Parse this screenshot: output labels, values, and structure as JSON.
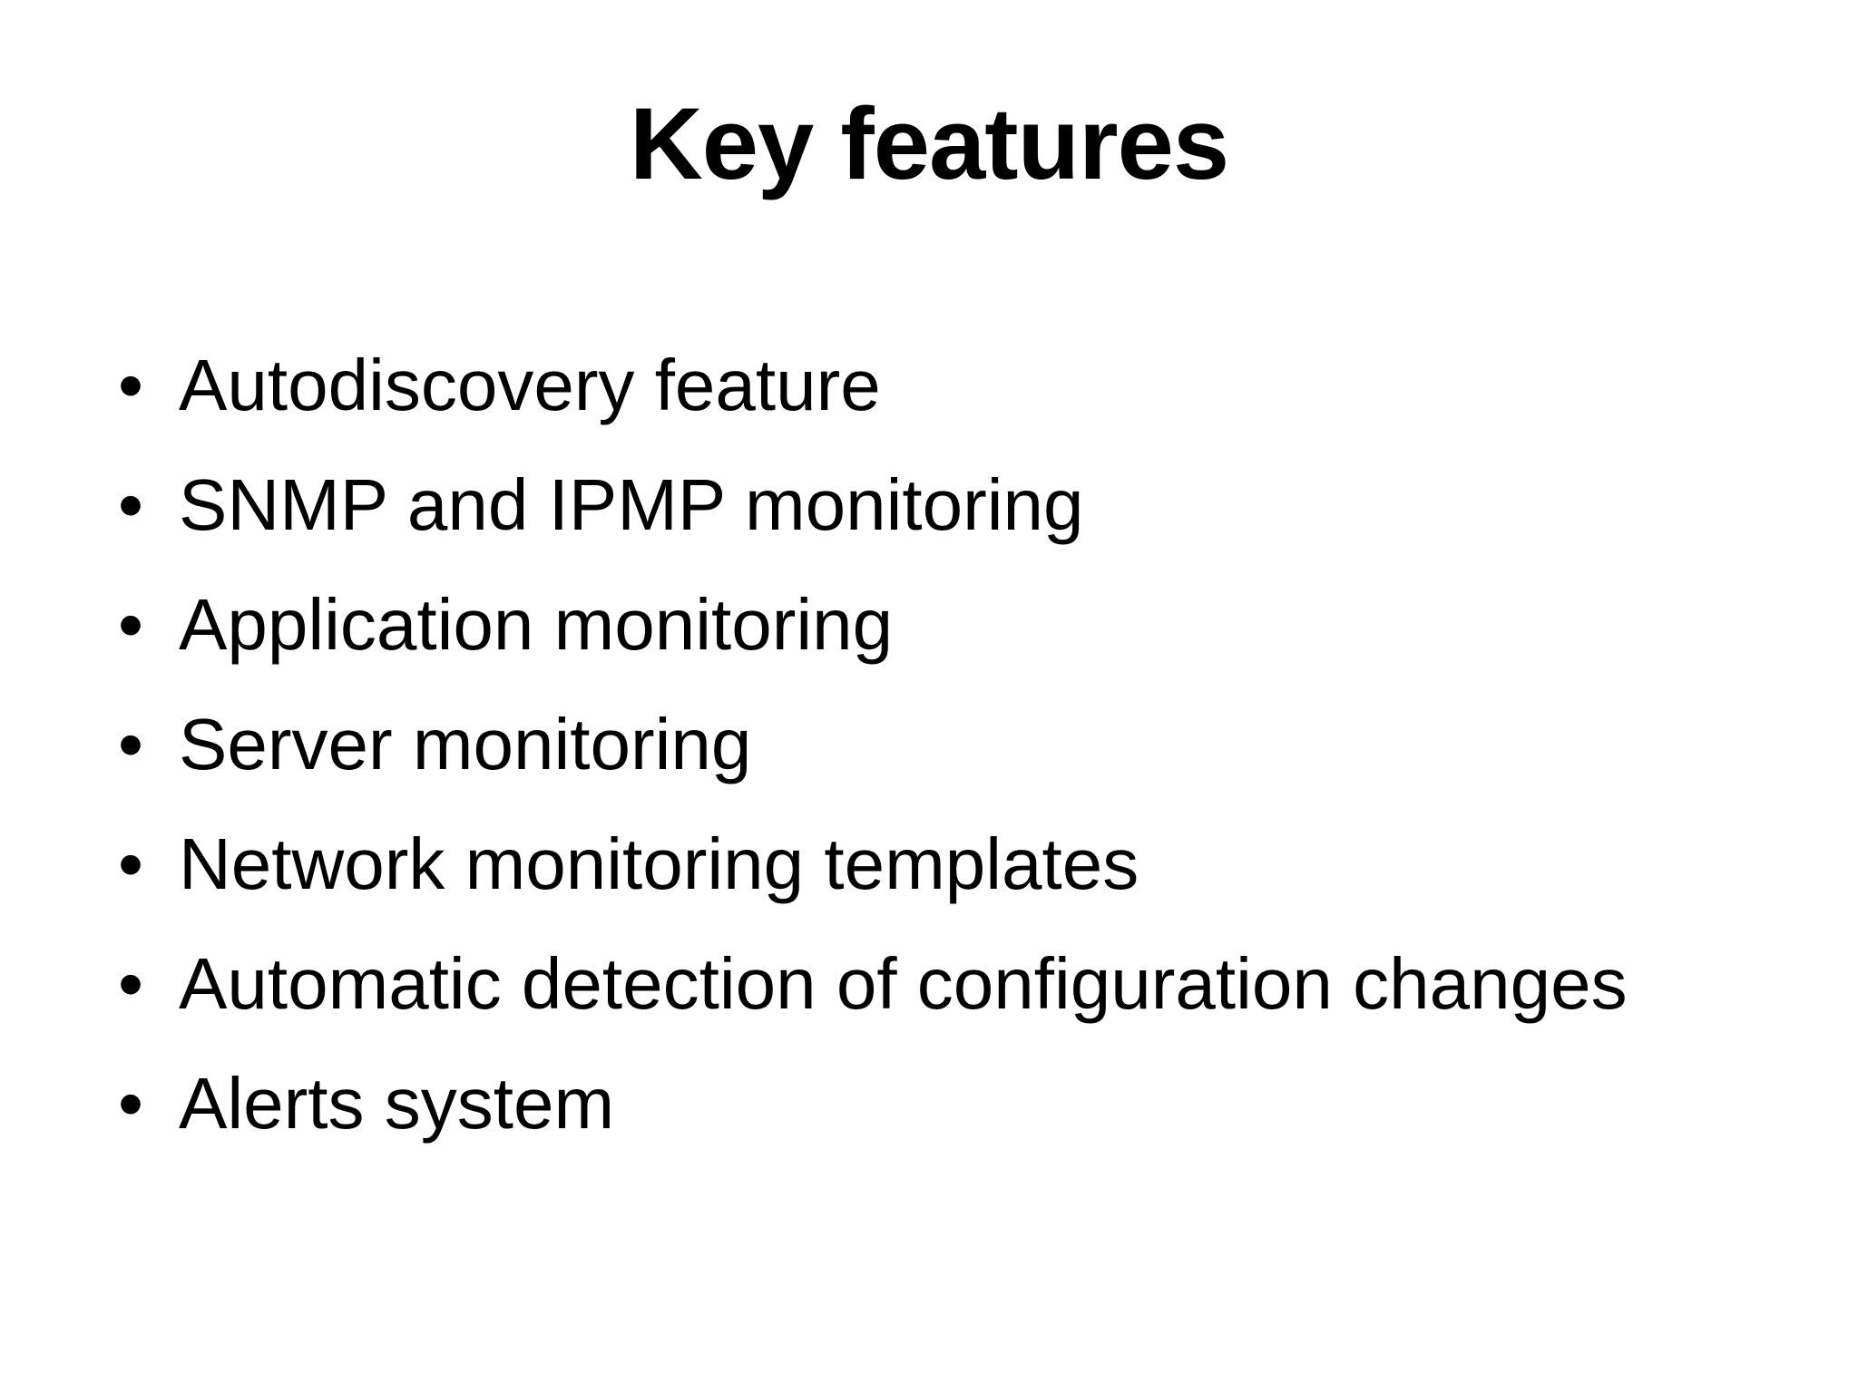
{
  "slide": {
    "title": "Key features",
    "bullet_glyph": "•",
    "bullets": [
      "Autodiscovery feature",
      "SNMP and IPMP monitoring",
      "Application monitoring",
      "Server monitoring",
      "Network monitoring templates",
      "Automatic detection of configuration changes",
      "Alerts system"
    ],
    "colors": {
      "background": "#ffffff",
      "text": "#000000"
    }
  }
}
